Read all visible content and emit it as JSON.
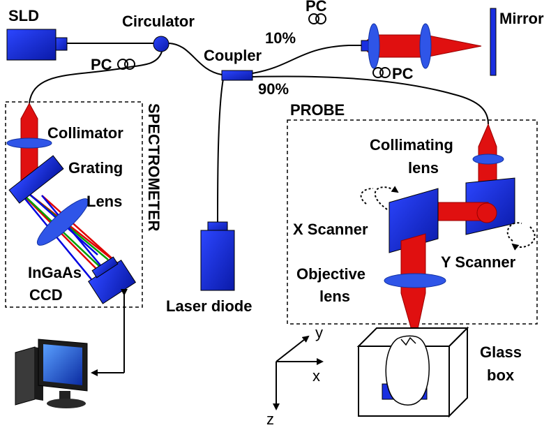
{
  "labels": {
    "sld": "SLD",
    "circulator": "Circulator",
    "pc_left": "PC",
    "pc_top": "PC",
    "pc_right": "PC",
    "pct_10": "10%",
    "pct_90": "90%",
    "coupler": "Coupler",
    "mirror": "Mirror",
    "collimator": "Collimator",
    "grating": "Grating",
    "lens": "Lens",
    "ingaas": "InGaAs",
    "ccd": "CCD",
    "spectrometer": "SPECTROMETER",
    "probe": "PROBE",
    "collimating": "Collimating",
    "collimating_lens": "lens",
    "x_scanner": "X Scanner",
    "y_scanner": "Y Scanner",
    "objective": "Objective",
    "objective_lens": "lens",
    "laser_diode": "Laser diode",
    "glass": "Glass",
    "box": "box",
    "axis_y": "y",
    "axis_x": "x",
    "axis_z": "z"
  },
  "colors": {
    "component_blue": "#1a2fe0",
    "beam_red": "#e01010",
    "lens_blue": "#2f55e8",
    "fiber": "#000000",
    "spectrum_red": "#e00000",
    "spectrum_green": "#00a000",
    "spectrum_blue": "#0000e0"
  },
  "icons": [
    "monitor-icon",
    "computer-tower-icon",
    "curved-arrow-icon"
  ]
}
